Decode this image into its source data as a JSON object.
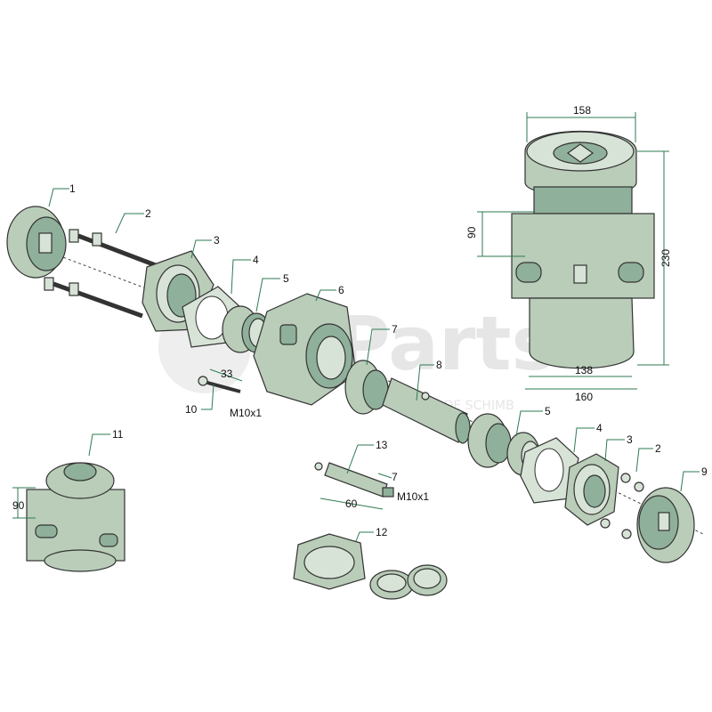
{
  "watermark": {
    "brand": "eParts",
    "subtitle": "PIESE DE SCHIMB"
  },
  "callouts": [
    "1",
    "2",
    "3",
    "4",
    "5",
    "6",
    "7",
    "8",
    "5",
    "4",
    "3",
    "2",
    "9",
    "10",
    "11",
    "12",
    "13"
  ],
  "dimensions": {
    "width_top": "158",
    "height_total": "230",
    "height_mid": "90",
    "width_base": "138",
    "width_base_outer": "160",
    "small_height": "90",
    "bolt_len": "33",
    "bolt_thread": "M10x1",
    "pin_len": "60",
    "pin_short": "7",
    "pin_thread": "M10x1"
  },
  "colors": {
    "part": "#b9cdb9",
    "part_dark": "#8fb09a",
    "part_light": "#d7e3d6",
    "leader": "#2e7a52"
  }
}
